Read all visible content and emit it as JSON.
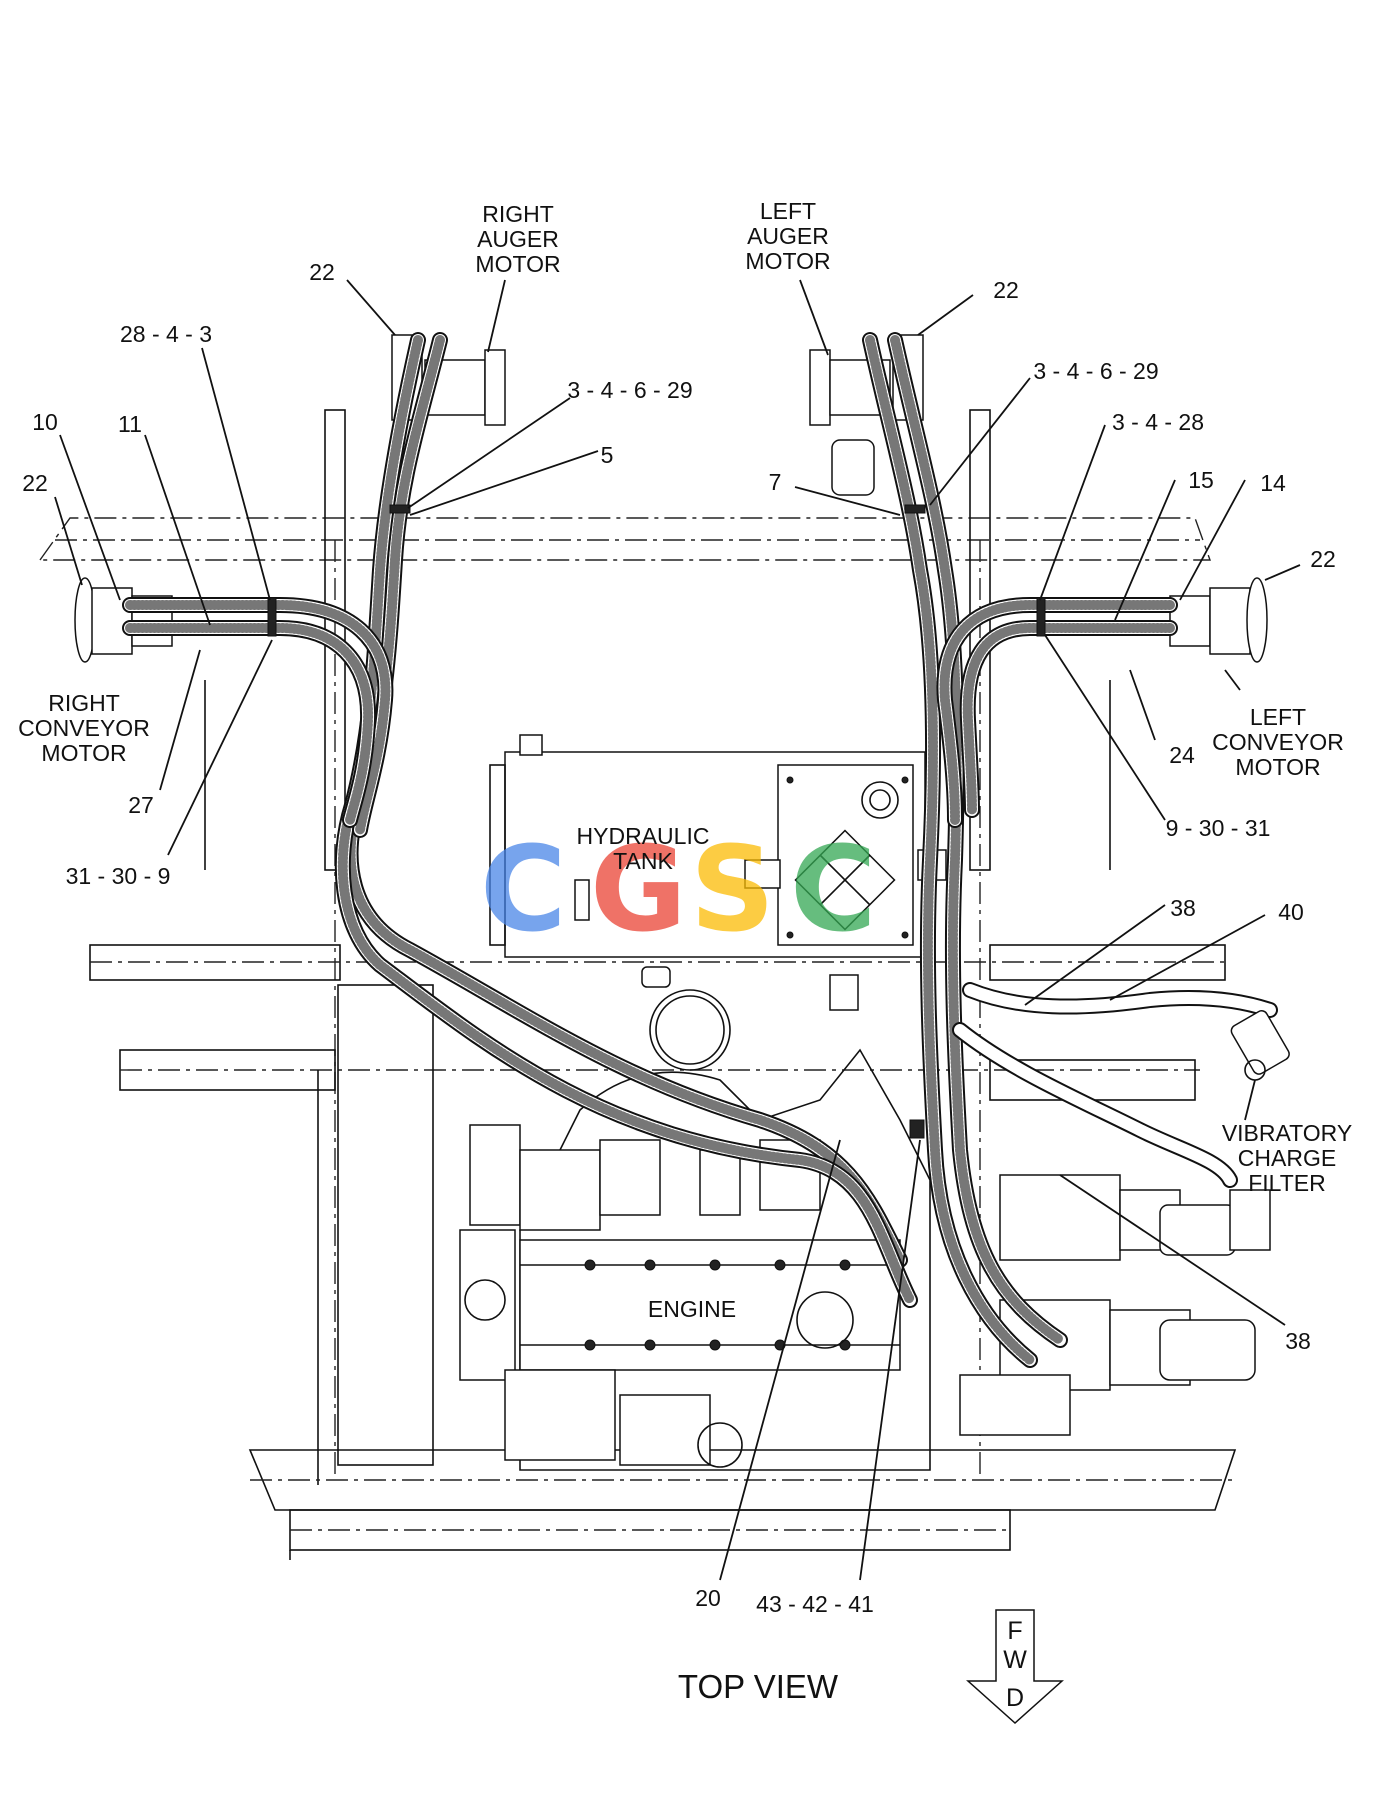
{
  "components": {
    "right_auger_motor": [
      "RIGHT",
      "AUGER",
      "MOTOR"
    ],
    "left_auger_motor": [
      "LEFT",
      "AUGER",
      "MOTOR"
    ],
    "right_conveyor_motor": [
      "RIGHT",
      "CONVEYOR",
      "MOTOR"
    ],
    "left_conveyor_motor": [
      "LEFT",
      "CONVEYOR",
      "MOTOR"
    ],
    "hydraulic_tank": [
      "HYDRAULIC",
      "TANK"
    ],
    "vibratory_charge_filter": [
      "VIBRATORY",
      "CHARGE",
      "FILTER"
    ],
    "engine": "ENGINE"
  },
  "callouts": {
    "c22_top_left": "22",
    "c28_4_3": "28 - 4 - 3",
    "c10": "10",
    "c11": "11",
    "c22_left": "22",
    "c3_4_6_29_left": "3 - 4 - 6 - 29",
    "c5": "5",
    "c27": "27",
    "c31_30_9": "31 - 30 - 9",
    "c22_top_right": "22",
    "c3_4_6_29_right": "3 - 4 - 6 - 29",
    "c3_4_28": "3 - 4 - 28",
    "c7": "7",
    "c15": "15",
    "c14": "14",
    "c22_right": "22",
    "c24": "24",
    "c9_30_31": "9 - 30 - 31",
    "c38_upper": "38",
    "c40": "40",
    "c38_lower": "38",
    "c20": "20",
    "c43_42_41": "43 - 42 - 41"
  },
  "view_title": "TOP VIEW",
  "direction_arrow": [
    "F",
    "W",
    "D"
  ],
  "watermark": {
    "letters": [
      "C",
      "G",
      "S",
      "C"
    ],
    "colors": [
      "#4a86e8",
      "#ea4335",
      "#fbbc05",
      "#34a853"
    ]
  }
}
